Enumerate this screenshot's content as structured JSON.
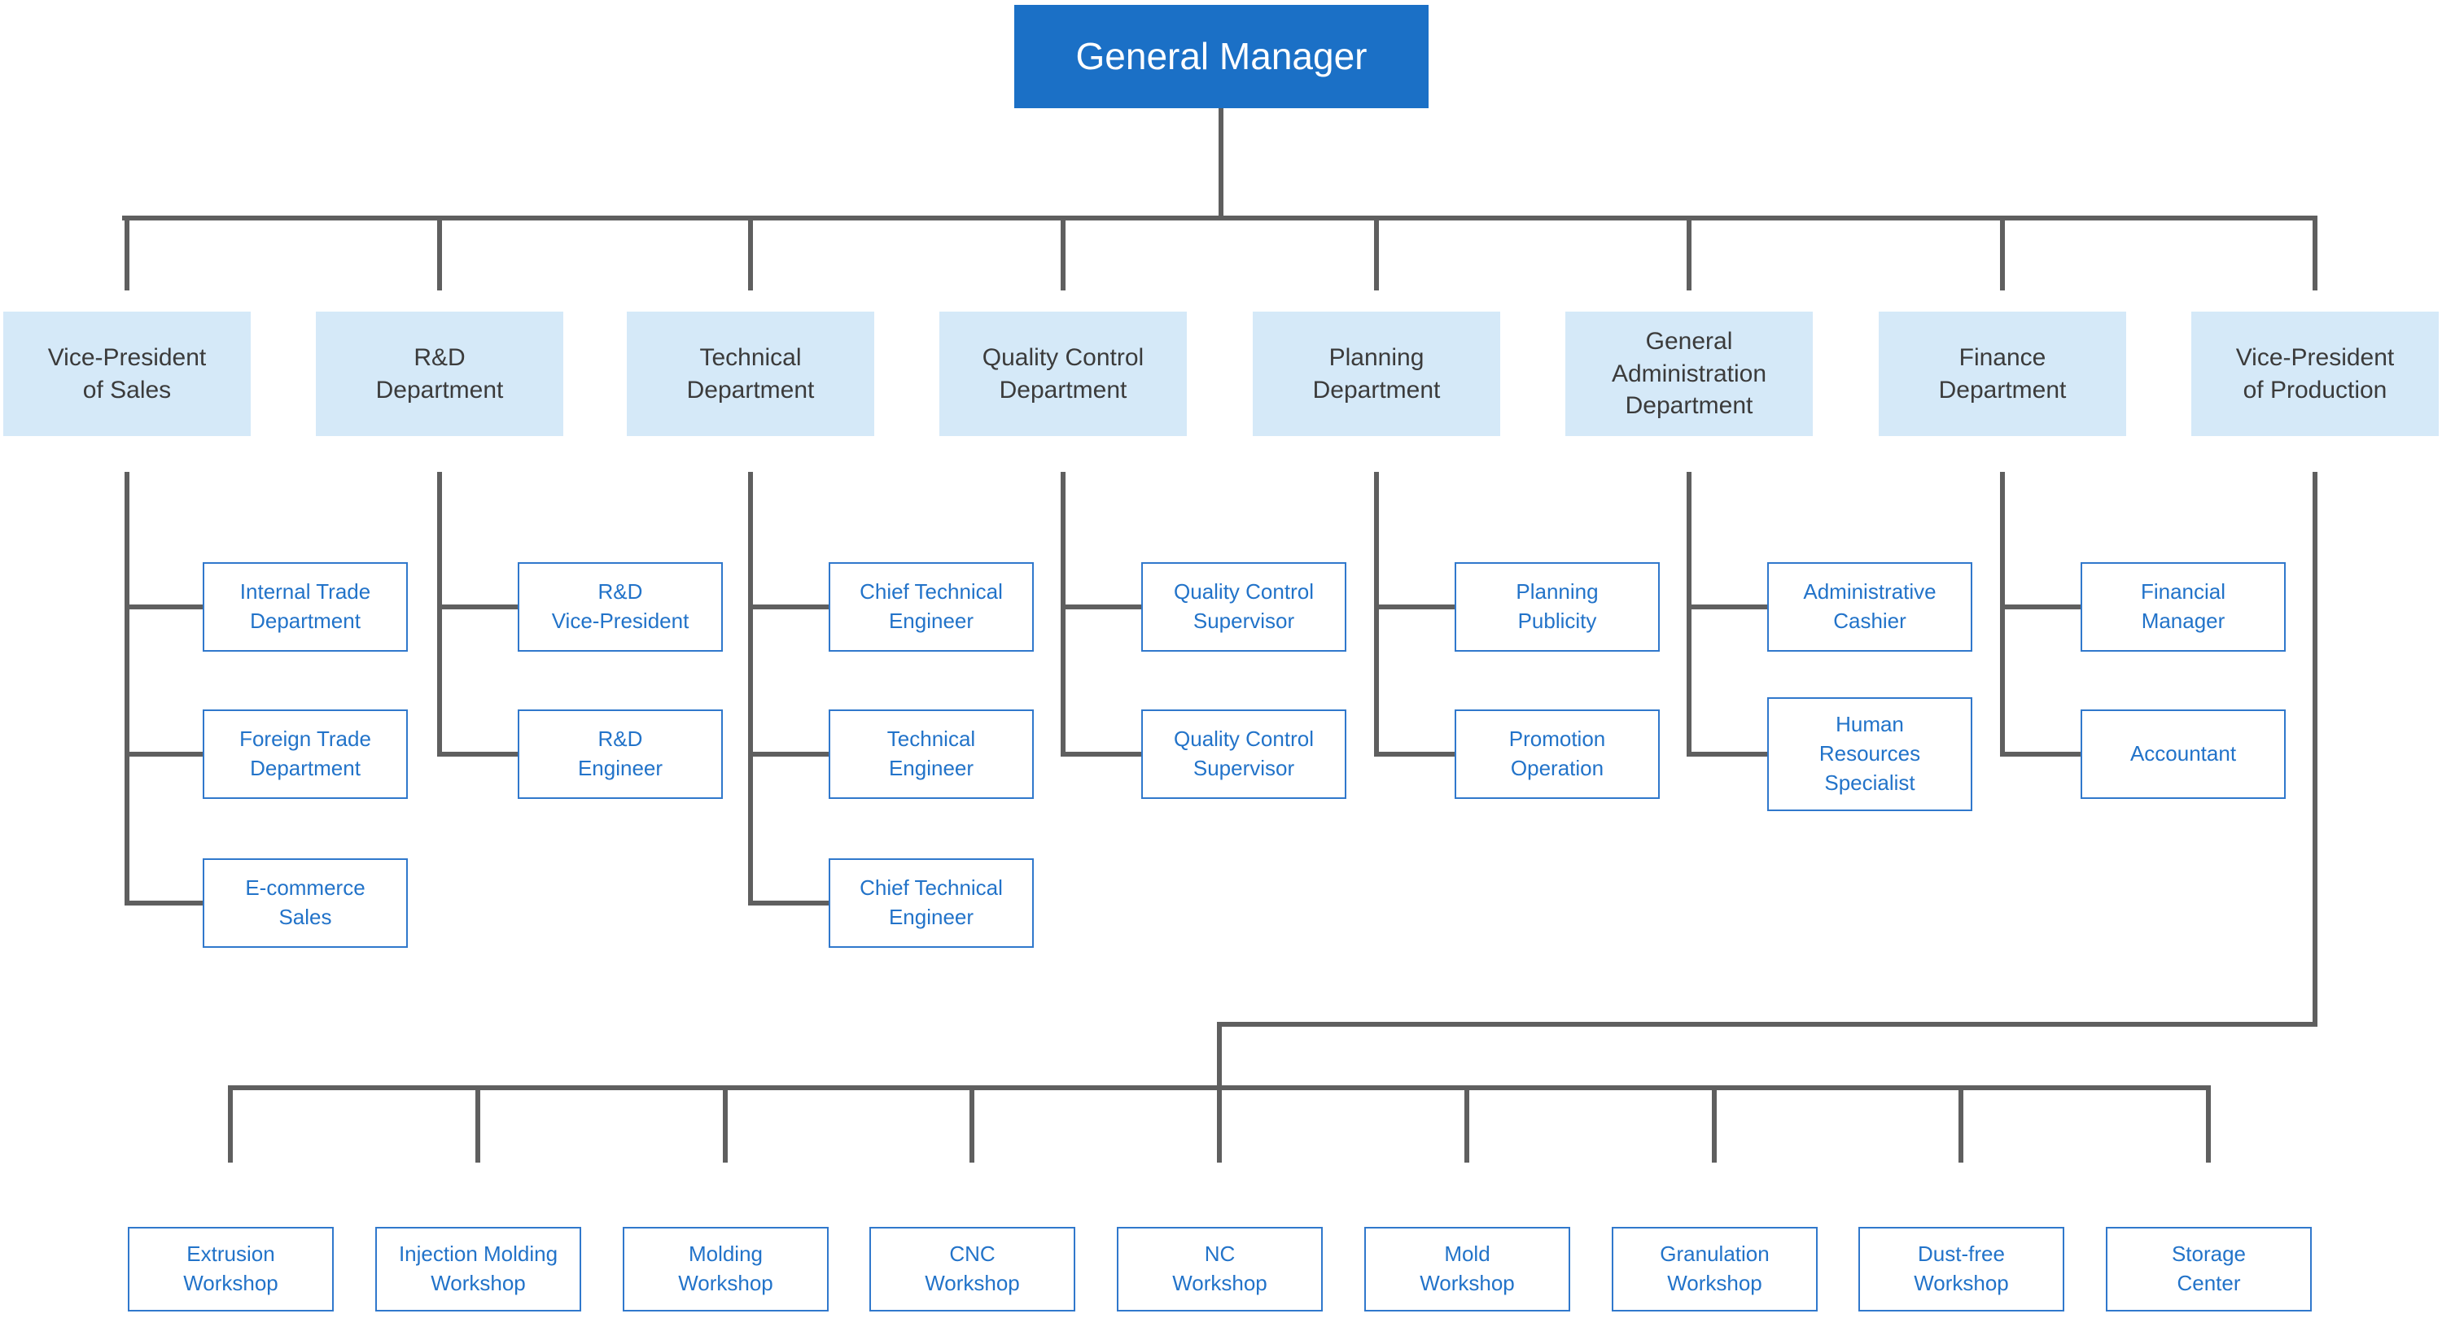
{
  "palette": {
    "root_fill": "#1b70c6",
    "root_text": "#ffffff",
    "department_fill": "#d5e9f8",
    "department_text": "#3b3b3b",
    "child_border": "#3078cc",
    "child_text": "#2273c9",
    "connector": "#5f5f5f",
    "background": "#ffffff"
  },
  "root": {
    "label": "General Manager"
  },
  "departments": [
    {
      "label": "Vice-President\nof Sales",
      "children": [
        {
          "label": "Internal Trade\nDepartment"
        },
        {
          "label": "Foreign Trade\nDepartment"
        },
        {
          "label": "E-commerce\nSales"
        }
      ]
    },
    {
      "label": "R&D\nDepartment",
      "children": [
        {
          "label": "R&D\nVice-President"
        },
        {
          "label": "R&D\nEngineer"
        }
      ]
    },
    {
      "label": "Technical\nDepartment",
      "children": [
        {
          "label": "Chief Technical\nEngineer"
        },
        {
          "label": "Technical\nEngineer"
        },
        {
          "label": "Chief Technical\nEngineer"
        }
      ]
    },
    {
      "label": "Quality Control\nDepartment",
      "children": [
        {
          "label": "Quality Control\nSupervisor"
        },
        {
          "label": "Quality Control\nSupervisor"
        }
      ]
    },
    {
      "label": "Planning\nDepartment",
      "children": [
        {
          "label": "Planning\nPublicity"
        },
        {
          "label": "Promotion\nOperation"
        }
      ]
    },
    {
      "label": "General\nAdministration\nDepartment",
      "children": [
        {
          "label": "Administrative\nCashier"
        },
        {
          "label": "Human\nResources\nSpecialist"
        }
      ]
    },
    {
      "label": "Finance\nDepartment",
      "children": [
        {
          "label": "Financial\nManager"
        },
        {
          "label": "Accountant"
        }
      ]
    },
    {
      "label": "Vice-President\nof Production",
      "children": []
    }
  ],
  "workshops": [
    {
      "label": "Extrusion\nWorkshop"
    },
    {
      "label": "Injection Molding\nWorkshop"
    },
    {
      "label": "Molding\nWorkshop"
    },
    {
      "label": "CNC\nWorkshop"
    },
    {
      "label": "NC\nWorkshop"
    },
    {
      "label": "Mold\nWorkshop"
    },
    {
      "label": "Granulation\nWorkshop"
    },
    {
      "label": "Dust-free\nWorkshop"
    },
    {
      "label": "Storage\nCenter"
    }
  ]
}
